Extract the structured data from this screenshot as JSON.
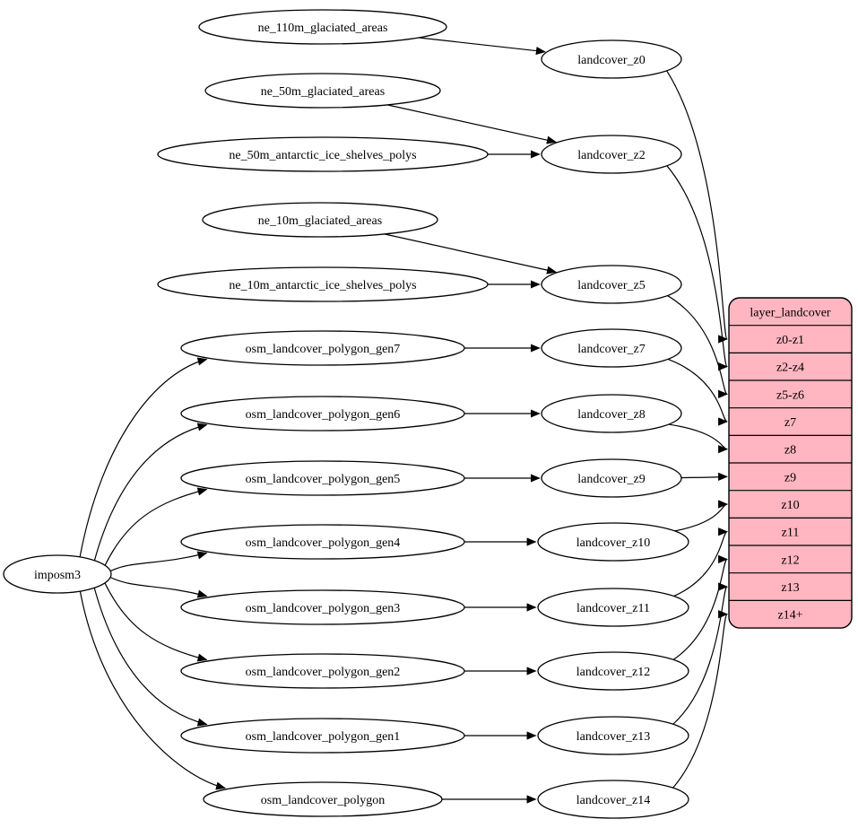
{
  "diagram": {
    "background_color": "#ffffff",
    "edge_color": "#000000",
    "node_style": {
      "fill": "#ffffff",
      "stroke": "#000000",
      "text_color": "#000000"
    },
    "table_node": {
      "id": "layer_landcover",
      "header": "layer_landcover",
      "fill": "#ffb6c1",
      "stroke": "#000000",
      "rows": [
        "z0-z1",
        "z2-z4",
        "z5-z6",
        "z7",
        "z8",
        "z9",
        "z10",
        "z11",
        "z12",
        "z13",
        "z14+"
      ]
    },
    "nodes": [
      {
        "id": "ne_110m_glaciated_areas",
        "label": "ne_110m_glaciated_areas"
      },
      {
        "id": "landcover_z0",
        "label": "landcover_z0"
      },
      {
        "id": "ne_50m_glaciated_areas",
        "label": "ne_50m_glaciated_areas"
      },
      {
        "id": "ne_50m_antarctic_ice_shelves_polys",
        "label": "ne_50m_antarctic_ice_shelves_polys"
      },
      {
        "id": "landcover_z2",
        "label": "landcover_z2"
      },
      {
        "id": "ne_10m_glaciated_areas",
        "label": "ne_10m_glaciated_areas"
      },
      {
        "id": "ne_10m_antarctic_ice_shelves_polys",
        "label": "ne_10m_antarctic_ice_shelves_polys"
      },
      {
        "id": "landcover_z5",
        "label": "landcover_z5"
      },
      {
        "id": "osm_landcover_polygon_gen7",
        "label": "osm_landcover_polygon_gen7"
      },
      {
        "id": "landcover_z7",
        "label": "landcover_z7"
      },
      {
        "id": "osm_landcover_polygon_gen6",
        "label": "osm_landcover_polygon_gen6"
      },
      {
        "id": "landcover_z8",
        "label": "landcover_z8"
      },
      {
        "id": "osm_landcover_polygon_gen5",
        "label": "osm_landcover_polygon_gen5"
      },
      {
        "id": "landcover_z9",
        "label": "landcover_z9"
      },
      {
        "id": "osm_landcover_polygon_gen4",
        "label": "osm_landcover_polygon_gen4"
      },
      {
        "id": "landcover_z10",
        "label": "landcover_z10"
      },
      {
        "id": "imposm3",
        "label": "imposm3"
      },
      {
        "id": "osm_landcover_polygon_gen3",
        "label": "osm_landcover_polygon_gen3"
      },
      {
        "id": "landcover_z11",
        "label": "landcover_z11"
      },
      {
        "id": "osm_landcover_polygon_gen2",
        "label": "osm_landcover_polygon_gen2"
      },
      {
        "id": "landcover_z12",
        "label": "landcover_z12"
      },
      {
        "id": "osm_landcover_polygon_gen1",
        "label": "osm_landcover_polygon_gen1"
      },
      {
        "id": "landcover_z13",
        "label": "landcover_z13"
      },
      {
        "id": "osm_landcover_polygon",
        "label": "osm_landcover_polygon"
      },
      {
        "id": "landcover_z14",
        "label": "landcover_z14"
      }
    ],
    "edges": [
      {
        "from": "ne_110m_glaciated_areas",
        "to": "landcover_z0"
      },
      {
        "from": "ne_50m_glaciated_areas",
        "to": "landcover_z2"
      },
      {
        "from": "ne_50m_antarctic_ice_shelves_polys",
        "to": "landcover_z2"
      },
      {
        "from": "ne_10m_glaciated_areas",
        "to": "landcover_z5"
      },
      {
        "from": "ne_10m_antarctic_ice_shelves_polys",
        "to": "landcover_z5"
      },
      {
        "from": "osm_landcover_polygon_gen7",
        "to": "landcover_z7"
      },
      {
        "from": "osm_landcover_polygon_gen6",
        "to": "landcover_z8"
      },
      {
        "from": "osm_landcover_polygon_gen5",
        "to": "landcover_z9"
      },
      {
        "from": "osm_landcover_polygon_gen4",
        "to": "landcover_z10"
      },
      {
        "from": "osm_landcover_polygon_gen3",
        "to": "landcover_z11"
      },
      {
        "from": "osm_landcover_polygon_gen2",
        "to": "landcover_z12"
      },
      {
        "from": "osm_landcover_polygon_gen1",
        "to": "landcover_z13"
      },
      {
        "from": "osm_landcover_polygon",
        "to": "landcover_z14"
      },
      {
        "from": "imposm3",
        "to": "osm_landcover_polygon_gen7"
      },
      {
        "from": "imposm3",
        "to": "osm_landcover_polygon_gen6"
      },
      {
        "from": "imposm3",
        "to": "osm_landcover_polygon_gen5"
      },
      {
        "from": "imposm3",
        "to": "osm_landcover_polygon_gen4"
      },
      {
        "from": "imposm3",
        "to": "osm_landcover_polygon_gen3"
      },
      {
        "from": "imposm3",
        "to": "osm_landcover_polygon_gen2"
      },
      {
        "from": "imposm3",
        "to": "osm_landcover_polygon_gen1"
      },
      {
        "from": "imposm3",
        "to": "osm_landcover_polygon"
      },
      {
        "from": "landcover_z0",
        "to": "layer_landcover",
        "row": "z0-z1"
      },
      {
        "from": "landcover_z2",
        "to": "layer_landcover",
        "row": "z2-z4"
      },
      {
        "from": "landcover_z5",
        "to": "layer_landcover",
        "row": "z5-z6"
      },
      {
        "from": "landcover_z7",
        "to": "layer_landcover",
        "row": "z7"
      },
      {
        "from": "landcover_z8",
        "to": "layer_landcover",
        "row": "z8"
      },
      {
        "from": "landcover_z9",
        "to": "layer_landcover",
        "row": "z9"
      },
      {
        "from": "landcover_z10",
        "to": "layer_landcover",
        "row": "z10"
      },
      {
        "from": "landcover_z11",
        "to": "layer_landcover",
        "row": "z11"
      },
      {
        "from": "landcover_z12",
        "to": "layer_landcover",
        "row": "z12"
      },
      {
        "from": "landcover_z13",
        "to": "layer_landcover",
        "row": "z13"
      },
      {
        "from": "landcover_z14",
        "to": "layer_landcover",
        "row": "z14+"
      }
    ]
  }
}
